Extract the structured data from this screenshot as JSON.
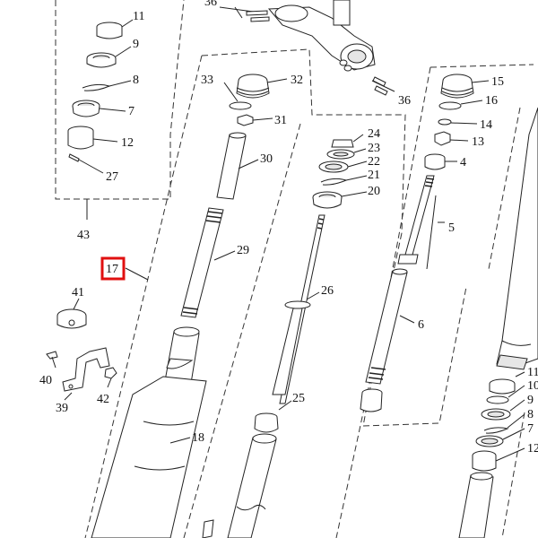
{
  "diagram": {
    "callouts": {
      "c36_top": "36",
      "c36_right": "36",
      "c11": "11",
      "c9": "9",
      "c8": "8",
      "c7": "7",
      "c12": "12",
      "c27": "27",
      "c43": "43",
      "c33": "33",
      "c32": "32",
      "c31": "31",
      "c30": "30",
      "c29": "29",
      "c17": "17",
      "c41": "41",
      "c40": "40",
      "c42": "42",
      "c39": "39",
      "c18": "18",
      "c24": "24",
      "c23": "23",
      "c22": "22",
      "c21": "21",
      "c20": "20",
      "c26": "26",
      "c25": "25",
      "c15": "15",
      "c16": "16",
      "c14": "14",
      "c13": "13",
      "c4": "4",
      "c5": "5",
      "c6": "6",
      "c11_right": "11",
      "c10_right": "10",
      "c9_right": "9",
      "c8_right": "8",
      "c7_right": "7",
      "c12_right": "12"
    },
    "highlight_color": "#e01010",
    "line_color": "#222222"
  }
}
